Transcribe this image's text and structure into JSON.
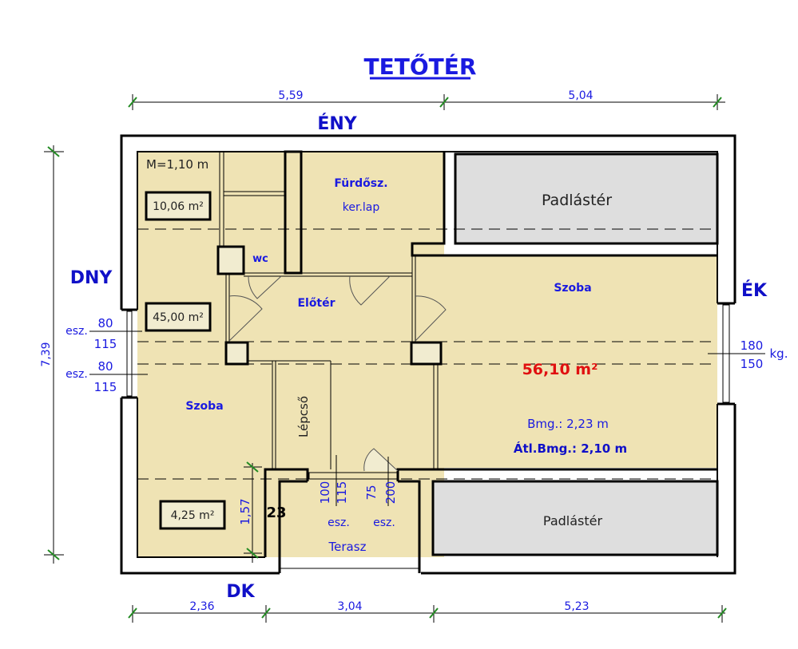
{
  "title": "TETŐTÉR",
  "orientation": {
    "north_west": "ÉNY",
    "south_west": "DNY",
    "north_east": "ÉK",
    "south_east": "DK"
  },
  "dimensions": {
    "top": [
      "5,59",
      "5,04"
    ],
    "bottom": [
      "2,36",
      "3,04",
      "5,23"
    ],
    "left": "7,39",
    "stair_height": "1,57"
  },
  "rooms": {
    "bathroom": {
      "name": "Fürdősz.",
      "floor": "ker.lap"
    },
    "wc": {
      "name": "wc"
    },
    "hall": {
      "name": "Előtér"
    },
    "stairs": {
      "name": "Lépcső"
    },
    "room_left": {
      "name": "Szoba"
    },
    "room_right": {
      "name": "Szoba"
    },
    "attic_top": {
      "name": "Padlástér"
    },
    "attic_bottom": {
      "name": "Padlástér"
    },
    "terrace": {
      "name": "Terasz"
    }
  },
  "annotations": {
    "height_mark": "M=1,10 m",
    "area_1": "10,06 m²",
    "area_2": "45,00 m²",
    "area_3": "4,25 m²",
    "total_area": "56,10 m²",
    "bmg": "Bmg.: 2,23 m",
    "avg_bmg": "Átl.Bmg.: 2,10 m",
    "step_count": "23"
  },
  "windows": {
    "west_1": {
      "label": "esz.",
      "width": "80",
      "height": "115"
    },
    "west_2": {
      "label": "esz.",
      "width": "80",
      "height": "115"
    },
    "east": {
      "label": "kg.",
      "width": "180",
      "height": "150"
    },
    "terrace_window": {
      "label": "esz.",
      "width": "100",
      "height": "115"
    },
    "terrace_door": {
      "label": "esz.",
      "width": "75",
      "height": "200"
    }
  },
  "colors": {
    "room_fill": "#efe3b4",
    "attic_fill": "#dedede",
    "label_blue": "#1a1ae0",
    "area_red": "#e01010",
    "dim_green": "#228b22"
  }
}
